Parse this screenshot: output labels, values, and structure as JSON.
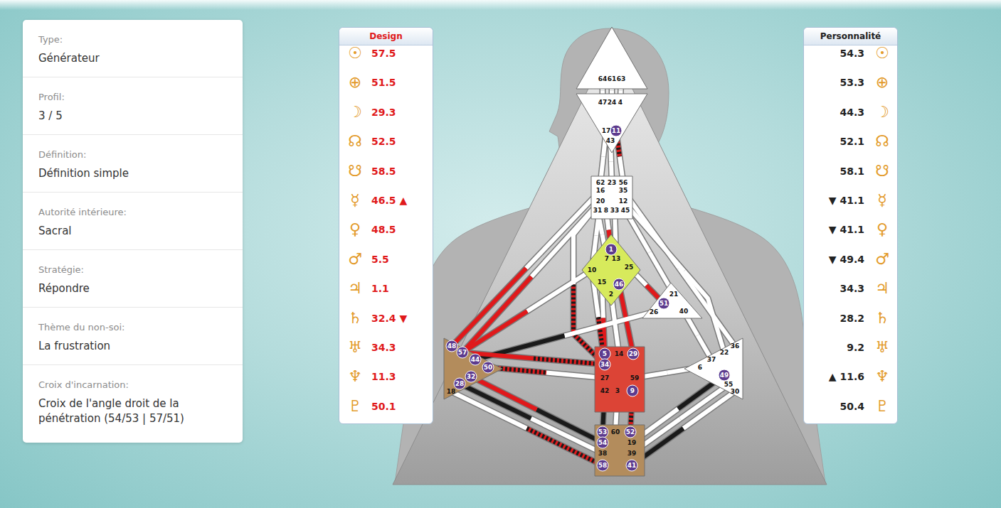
{
  "diagram": {
    "nodes": [
      {
        "text": [
          "Type:",
          "Générateur"
        ]
      },
      {
        "text": [
          "Profil:",
          "3 / 5"
        ]
      },
      {
        "text": [
          "Définition:",
          "Définition simple"
        ]
      },
      {
        "text": [
          "Autorité intérieure:",
          "Sacral"
        ]
      },
      {
        "text": [
          "Stratégie:",
          "Répondre"
        ]
      },
      {
        "text": [
          "Thème du non-soi:",
          "La frustration"
        ]
      },
      {
        "text": [
          "Croix d'incarnation:",
          "Croix de l'angle droit de la pénétration (54/53 | 57/51)"
        ]
      },
      {
        "text": [
          "Design",
          "57.5",
          "51.5",
          "29.3",
          "52.5",
          "58.5",
          "46.5 ▲",
          "48.5",
          "5.5",
          "1.1",
          "32.4 ▼",
          "34.3",
          "11.3",
          "50.1"
        ]
      },
      {
        "text": [
          "64",
          "61",
          "63"
        ]
      },
      {
        "text": [
          "47",
          "24",
          "4",
          "17",
          "11",
          "43"
        ]
      },
      {
        "text": [
          "62",
          "23",
          "56",
          "16",
          "35",
          "20",
          "12",
          "31",
          "8",
          "33",
          "45"
        ]
      },
      {
        "text": [
          "1",
          "7",
          "13",
          "10",
          "25",
          "15",
          "46",
          "2"
        ]
      },
      {
        "text": [
          "21",
          "51",
          "26",
          "40"
        ]
      },
      {
        "text": [
          "48",
          "57",
          "44",
          "50",
          "32",
          "28",
          "18"
        ]
      },
      {
        "text": [
          "5",
          "14",
          "29",
          "34",
          "27",
          "59",
          "42",
          "3",
          "9"
        ]
      },
      {
        "text": [
          "36",
          "22",
          "37",
          "6",
          "49",
          "55",
          "30"
        ]
      },
      {
        "text": [
          "53",
          "60",
          "52",
          "54",
          "19",
          "38",
          "39",
          "58",
          "41"
        ]
      },
      {
        "text": [
          "Personnalité",
          "54.3",
          "53.3",
          "44.3",
          "52.1",
          "58.1",
          "▼ 41.1",
          "▼ 41.1",
          "▼ 49.4",
          "34.3",
          "28.2",
          "9.2",
          "▲ 11.6",
          "50.4"
        ]
      }
    ],
    "edges": [
      {
        "from": 8,
        "to": 9,
        "arrow": "none"
      },
      {
        "from": 8,
        "to": 9,
        "arrow": "none"
      },
      {
        "from": 8,
        "to": 9,
        "arrow": "none"
      },
      {
        "from": 9,
        "to": 10,
        "arrow": "none"
      },
      {
        "from": 9,
        "to": 10,
        "arrow": "none"
      },
      {
        "from": 9,
        "to": 10,
        "arrow": "none"
      },
      {
        "from": 10,
        "to": 11,
        "arrow": "none"
      },
      {
        "from": 10,
        "to": 11,
        "arrow": "none"
      },
      {
        "from": 10,
        "to": 11,
        "arrow": "none"
      },
      {
        "from": 10,
        "to": 11,
        "arrow": "none"
      },
      {
        "from": 10,
        "to": 12,
        "arrow": "none"
      },
      {
        "from": 10,
        "to": 13,
        "arrow": "none"
      },
      {
        "from": 10,
        "to": 13,
        "arrow": "none"
      },
      {
        "from": 10,
        "to": 14,
        "arrow": "none"
      },
      {
        "from": 10,
        "to": 15,
        "arrow": "none"
      },
      {
        "from": 10,
        "to": 15,
        "arrow": "none"
      },
      {
        "from": 11,
        "to": 12,
        "arrow": "none"
      },
      {
        "from": 11,
        "to": 13,
        "arrow": "none"
      },
      {
        "from": 11,
        "to": 14,
        "arrow": "none"
      },
      {
        "from": 11,
        "to": 14,
        "arrow": "none"
      },
      {
        "from": 11,
        "to": 14,
        "arrow": "none"
      },
      {
        "from": 11,
        "to": 14,
        "arrow": "none"
      },
      {
        "from": 12,
        "to": 13,
        "arrow": "none"
      },
      {
        "from": 12,
        "to": 15,
        "arrow": "none"
      },
      {
        "from": 13,
        "to": 14,
        "arrow": "none"
      },
      {
        "from": 13,
        "to": 14,
        "arrow": "none"
      },
      {
        "from": 13,
        "to": 16,
        "arrow": "none"
      },
      {
        "from": 13,
        "to": 16,
        "arrow": "none"
      },
      {
        "from": 13,
        "to": 16,
        "arrow": "none"
      },
      {
        "from": 14,
        "to": 16,
        "arrow": "none"
      },
      {
        "from": 14,
        "to": 16,
        "arrow": "none"
      },
      {
        "from": 14,
        "to": 16,
        "arrow": "none"
      },
      {
        "from": 14,
        "to": 15,
        "arrow": "none"
      },
      {
        "from": 15,
        "to": 16,
        "arrow": "none"
      },
      {
        "from": 15,
        "to": 16,
        "arrow": "none"
      },
      {
        "from": 15,
        "to": 16,
        "arrow": "none"
      }
    ],
    "labels": [
      "☉",
      "⊕",
      "☽",
      "☊",
      "☋",
      "☿",
      "♀",
      "♂",
      "♃",
      "♄",
      "♅",
      "♆",
      "♇",
      "☉",
      "⊕",
      "☽",
      "☊",
      "☋",
      "☿",
      "♀",
      "♂",
      "♃",
      "♄",
      "♅",
      "♆",
      "♇"
    ]
  }
}
